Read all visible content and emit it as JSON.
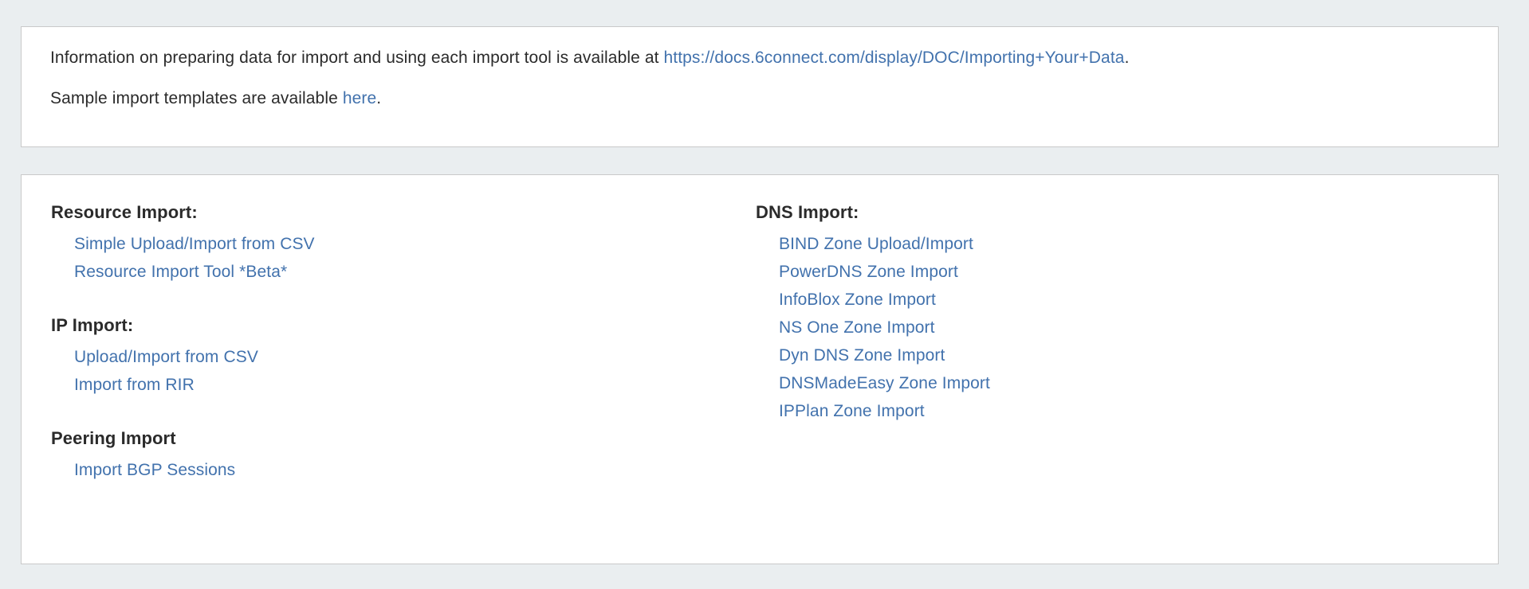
{
  "info_panel": {
    "line1_prefix": "Information on preparing data for import and using each import tool is available at ",
    "line1_link": "https://docs.6connect.com/display/DOC/Importing+Your+Data",
    "line1_suffix": ".",
    "line2_prefix": "Sample import templates are available ",
    "line2_link": "here",
    "line2_suffix": "."
  },
  "tools_panel": {
    "left_column": [
      {
        "title": "Resource Import:",
        "links": [
          "Simple Upload/Import from CSV",
          "Resource Import Tool *Beta*"
        ]
      },
      {
        "title": "IP Import:",
        "links": [
          "Upload/Import from CSV",
          "Import from RIR"
        ]
      },
      {
        "title": "Peering Import",
        "links": [
          "Import BGP Sessions"
        ]
      }
    ],
    "right_column": [
      {
        "title": "DNS Import:",
        "links": [
          "BIND Zone Upload/Import",
          "PowerDNS Zone Import",
          "InfoBlox Zone Import",
          "NS One Zone Import",
          "Dyn DNS Zone Import",
          "DNSMadeEasy Zone Import",
          "IPPlan Zone Import"
        ]
      }
    ]
  },
  "colors": {
    "page_background": "#eaeef0",
    "panel_background": "#ffffff",
    "panel_border": "#c9c9c9",
    "link": "#4272ad",
    "text": "#2b2b2b"
  }
}
